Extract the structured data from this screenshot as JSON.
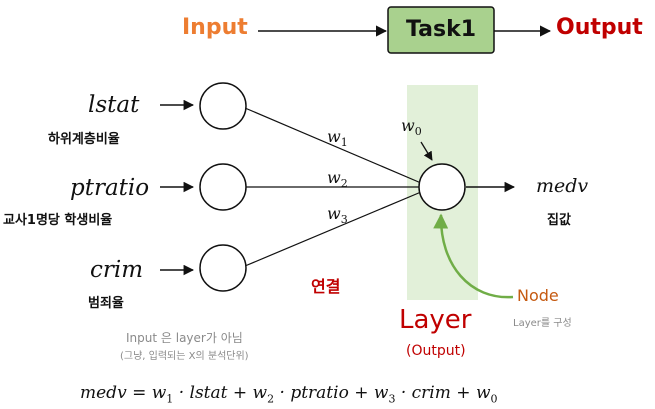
{
  "header": {
    "input_label": "Input",
    "task_label": "Task1",
    "output_label": "Output"
  },
  "features": [
    {
      "name": "lstat",
      "korean": "하위계층비율"
    },
    {
      "name": "ptratio",
      "korean": "교사1명당 학생비율"
    },
    {
      "name": "crim",
      "korean": "범죄율"
    }
  ],
  "weights": {
    "w1": {
      "base": "w",
      "sub": "1"
    },
    "w2": {
      "base": "w",
      "sub": "2"
    },
    "w3": {
      "base": "w",
      "sub": "3"
    },
    "w0": {
      "base": "w",
      "sub": "0"
    }
  },
  "connection_label": "연결",
  "input_note": {
    "line1": "Input 은 layer가 아님",
    "line2": "(그냥, 입력되는 X의 분석단위)"
  },
  "output": {
    "name": "medv",
    "korean": "집값"
  },
  "node_note": {
    "title": "Node",
    "sub": "Layer를 구성"
  },
  "layer": {
    "title": "Layer",
    "sub": "(Output)"
  },
  "equation": {
    "lhs": "medv",
    "terms": [
      {
        "w": "w",
        "sub": "1",
        "x": "lstat"
      },
      {
        "w": "w",
        "sub": "2",
        "x": "ptratio"
      },
      {
        "w": "w",
        "sub": "3",
        "x": "crim"
      }
    ],
    "bias": {
      "w": "w",
      "sub": "0"
    }
  },
  "colors": {
    "input": "#ED7D31",
    "output": "#C00000",
    "task_fill": "#A9D18E",
    "layer_band": "#E2F0D9",
    "node_arrow": "#70AD47",
    "layer_text": "#C00000",
    "node_text": "#C55A11"
  }
}
